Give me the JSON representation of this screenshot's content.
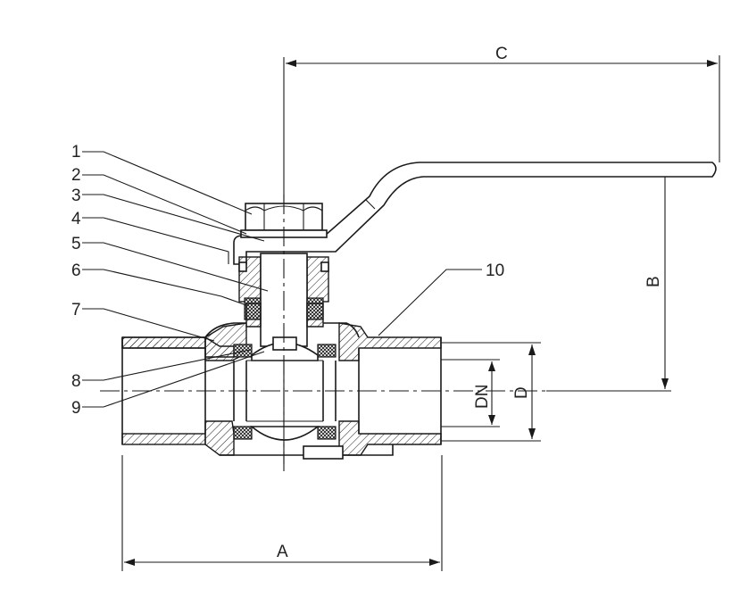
{
  "part_labels": [
    "1",
    "2",
    "3",
    "4",
    "5",
    "6",
    "7",
    "8",
    "9",
    "10"
  ],
  "dimensions": {
    "A": "A",
    "B": "B",
    "C": "C",
    "D": "D",
    "DN": "DN"
  },
  "colors": {
    "line": "#1a1a1a",
    "background": "#ffffff"
  }
}
